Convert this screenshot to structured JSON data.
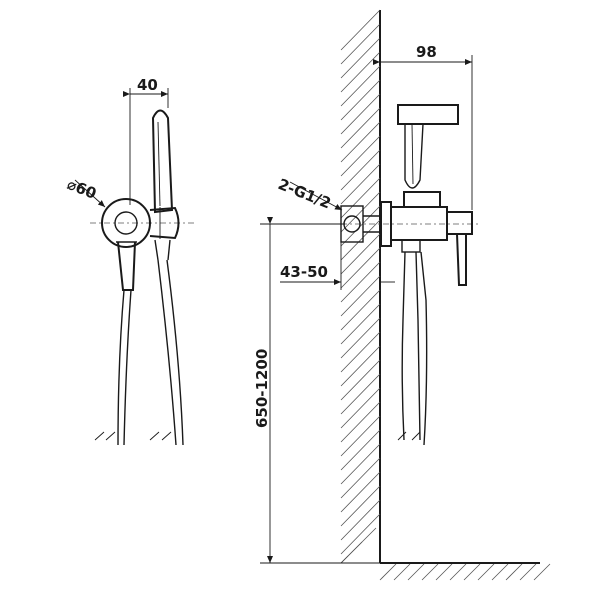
{
  "dimensions": {
    "handle_width": "40",
    "body_diameter": "60",
    "projection": "98",
    "connection": "2-G1/2",
    "recess": "43-50",
    "height_range": "650-1200"
  }
}
